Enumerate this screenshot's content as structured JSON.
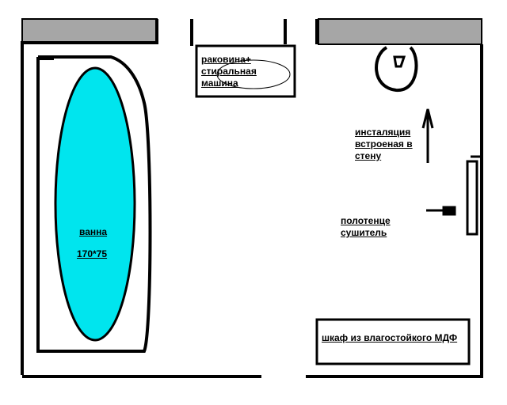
{
  "labels": {
    "sink": "раковина+ стиральная машина",
    "installation": "инсталяция встроеная в стену",
    "towel_dryer": "полотенце сушитель",
    "bath": "ванна",
    "bath_size": "170*75",
    "cabinet": "шкаф из влагостойкого МДФ"
  },
  "colors": {
    "wall_gray": "#a6a6a6",
    "bath_water": "#00e5ee",
    "line": "#000000",
    "background": "#ffffff"
  }
}
